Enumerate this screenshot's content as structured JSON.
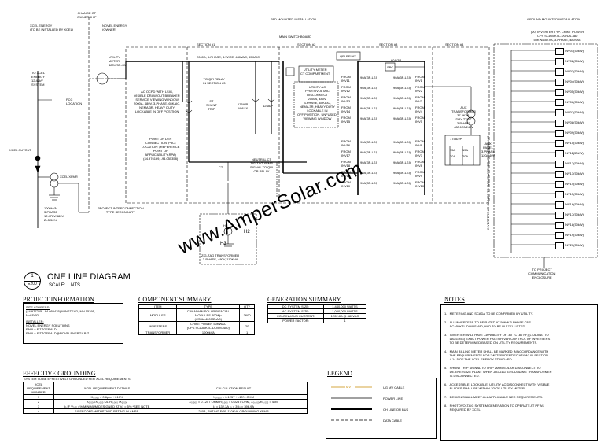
{
  "top_labels": {
    "change_of_ownership": "CHANGE OF\nOWNERSHIP",
    "xcel_energy": "XCEL ENERGY\n(TO BE INSTALLED BY XCEL)",
    "novel_energy": "NOVEL ENERGY\n(OWNER)",
    "pad_mounted": "PAD MOUNTED INSTALLATION",
    "ground_mounted": "GROUND MOUNTED INSTALLATION",
    "main_switchboard": "MAIN SWITCHBOARD",
    "inverter_typ": "(20) INVERTER TYP. CHINT POWER\nCPS SCA50KTL-DO/US-480\n50KW/65KVA, 3-PHASE, 480VAC"
  },
  "sections": [
    "SECTION #1",
    "SECTION #2",
    "SECTION #3",
    "SECTION #4"
  ],
  "left_labels": {
    "to_xcel": "TO XCEL\nENERGY\n12.47kV\nSYSTEM",
    "pcc": "PCC\nLOCATION",
    "xcel_cutout": "XCEL CUTOUT",
    "xcel_xfmr": "XCEL XFMR",
    "xfmr_rating": "1000kVA\n3-PHASE\n12.47kV/480V\nZ=5.50%",
    "project_interconnection": "PROJECT INTERCONNECTION\nTYPE SECONDARY"
  },
  "center_labels": {
    "utility_meter": "UTILITY\nMETER\n480V/3P-4W",
    "bus_rating": "2000A, 3-PHASE, 4-WIRE, 480VAC, 65KAIC",
    "ac_ocpd": "AC OCPD WITH LSIG,\nVISIBLE DRAW OUT BREAKER\nSERVICE VIEWING WINDOW\n2000A, 480V, 3-PHASE, 65KAIC,\nNEMA 3R, HEAVY DUTY\nLOCKABLE IN OFF POSITION",
    "to_qpi": "TO QPI RELAY\nIN SECTION #3",
    "shunt_trip": "ST\nSHUNT\nTRIP",
    "point_of_der": "POINT OF DER\nCONNECTION (PoC)\nLOCATION: (REFERENCE\nPOINT OF\nAPPLICABILITY-RPA)\n(44.976169, -94.055358)",
    "ct": "CT",
    "a175": "175A/P\nW/AUX",
    "a125": "125A/P",
    "utility_meter_comp": "UTILITY METER\nCT COMPARTMENT",
    "utility_ac": "UTILITY AC\nPHOTOVOLTAIC\nDISCONNECT\n2000A, 480V,\n3-PHASE, 65KAIC,\nNEMA 3R, HEAVY DUTY\nLOCKABLE IN\nOFF POSITION, UNFUSED,\nVIEWING WINDOW",
    "neutral_ct": "NEUTRAL CT\nZIG-ZAG XFMR\nSIGNAL TO QPI\nOR RELAY",
    "qpi_relay": "QPI RELAY",
    "spc": "SPC",
    "a60": "60A/3P",
    "zigzag": "ZIG-ZAG TRANSFORMER\n3-PHASE, 480V, 110KVA",
    "h1": "H1",
    "h2": "H2",
    "h3": "H3"
  },
  "breakers_left": [
    "90A(3P-LSI)",
    "90A(3P-LSI)",
    "90A(3P-LSI)",
    "90A(3P-LSI)",
    "90A(3P-LSI)",
    "90A(3P-LSI)",
    "90A(3P-LSI)",
    "90A(3P-LSI)",
    "90A(3P-LSI)",
    "90A(3P-LSI)"
  ],
  "from_left": [
    "FROM\nINV11",
    "FROM\nINV12",
    "FROM\nINV13",
    "FROM\nINV14",
    "FROM\nINV15",
    "FROM\nINV16",
    "FROM\nINV17",
    "FROM\nINV18",
    "FROM\nINV19",
    "FROM\nINV20"
  ],
  "from_right": [
    "FROM\nINV1",
    "FROM\nINV2",
    "FROM\nINV3",
    "FROM\nINV4",
    "FROM\nINV5",
    "FROM\nINV6",
    "FROM\nINV7",
    "FROM\nINV8",
    "FROM\nINV9",
    "FROM\nINV10"
  ],
  "aux": {
    "aux_transformer": "AUX\nTRANSFORMER\n37.5KVA,\nDRY-TYPE\n3-PHASE\n480:120/240V",
    "a175p": "175A/2P",
    "a15a": "15A",
    "a15b": "15A",
    "a20a": "20A",
    "a20b": "20A",
    "aux_panel": "AUX\nPANEL\n3-PHASE\n120/240V"
  },
  "inverters": [
    "INV01(50kW)",
    "INV02(50kW)",
    "INV03(50kW)",
    "INV04(50kW)",
    "INV05(50kW)",
    "INV06(50kW)",
    "INV07(50kW)",
    "INV08(50kW)",
    "INV09(50kW)",
    "INV10(50kW)",
    "INV11(50kW)",
    "INV12(50kW)",
    "INV13(50kW)",
    "INV14(50kW)",
    "INV15(50kW)",
    "INV16(50kW)",
    "INV17(50kW)",
    "INV18(50kW)",
    "INV19(50kW)",
    "INV20(50kW)"
  ],
  "inverter_cables": "INVERTERS AC CABLES TO MAIN SWITCHBOARD SECTION #3",
  "to_project": "TO PROJECT\nCOMMUNICATION\nENCLOSURE",
  "watermark": "www.AmperSolar.com",
  "title": {
    "number": "1",
    "sheet": "E200",
    "text": "ONE LINE DIAGRAM",
    "scale_label": "SCALE:",
    "scale_value": "NTS"
  },
  "project_information": {
    "heading": "PROJECT INFORMATION",
    "site_label": "SITE ADDRESS:",
    "site_address": "(44.977265, -94.055435) WINSTEAD, MN 55395,\nMcLEOD",
    "installer_label": "INSTALLER:",
    "installer": "NOVEL ENERGY SOLUTIONS\nPAULA FITZGERALD\nPAULA.FITZGERALD@NOVELENERGY.BIZ"
  },
  "component_summary": {
    "heading": "COMPONENT SUMMARY",
    "headers": [
      "ITEM",
      "TYPE",
      "QTY"
    ],
    "rows": [
      [
        "MODULES",
        "CANADIAN SOLAR BIFACIAL\nMODULES 400Wp\n(CS3U-400MB-AG)",
        "3600"
      ],
      [
        "INVERTERS",
        "CHINT POWER 50KWAC\n(CPS SCA50KTL-DO/US-480)",
        "20"
      ],
      [
        "TRANSFORMER",
        "1000kVA",
        "1"
      ]
    ]
  },
  "generation_summary": {
    "heading": "GENERATION SUMMARY",
    "rows": [
      [
        "DC SYSTEM SIZE:",
        "1,440,000 WATTS"
      ],
      [
        "AC SYSTEM SIZE:",
        "1,000,000 WATTS"
      ],
      [
        "CONTINUOUS CURRENT:",
        "1202.8A @ 480VAC"
      ],
      [
        "POWER FACTOR:",
        "1"
      ]
    ]
  },
  "notes": {
    "heading": "NOTES",
    "items": [
      "1.   METERING AND SCADA TO BE CONFIRMED BY UTILITY.",
      "2.   ALL INVERTERS TO BE RATED AT 50KW 3-PHASE CPS\n      SCA50KTL-DO/US-480, AND TO BE UL1741 LISTED.",
      "3.   INVERTER WILL HAVE CAPABILITY OF .80 TO .80 PF, (LEADING TO\n      LAGGING) EXACT POWER FACTOR/VAR CONTROL OF INVERTERS\n      TO BE DETERMINED BASED ON UTILITY REQUIREMENTS.",
      "4.   MAIN BILLING METER SHALL BE MARKED IN ACCORDANCE WITH\n      THE REQUIREMENTS FOR \"METER IDENTIFICATION\" IN SECTION\n      4.14.5 OF THE XCEL ENERGY STANDARD.",
      "5.   SHUNT TRIP SIGNAL TO TRIP MAIN SOLAR DISCONNECT TO\n      DE-ENERGIZE PLANT WHEN ZIG-ZAG GROUNDING TRANSFORMER\n      IS DISCONNECTED.",
      "6.   ACCESSIBLE, LOCKABLE, UTILITY AC DISCONNECT WITH VISIBLE\n      BLADES SHALL BE WITHIN 10' OF UTILITY METER.",
      "7.   DESIGN SHALL MEET ALL APPLICABLE NEC REQUIREMENTS.",
      "8.   PHOTOVOLTAIC SYSTEM GENERATION TO OPERATE AT PF AS\n      REQUIRED BY XCEL."
    ]
  },
  "effective_grounding": {
    "heading": "EFFECTIVE GROUNDING",
    "subtitle": "SYSTEM TO BE EFFECTIVELY GROUNDED PER XCEL REQUIREMENTS:",
    "headers": [
      "XCEL\nREQUIREMENT\nNUMBER",
      "XCEL REQUIREMENT DETAILS",
      "CALCULATION RESULT"
    ],
    "rows": [
      [
        "1",
        "X₀,₀₀₀ ≤ 0.6p.u. +/-10%",
        "X₀,₀₀₀ = 0.1257 +/-10% OHM"
      ],
      [
        "2",
        "X₀,₀₀₀/X₁,₀₀₀ ≤4. R₀,₀₀₀ /X₁,₀₀₀",
        "X₀,₀₀₀ = 0.1257 OHM R₀,₀₀₀ = 0.0257 OHM, X₀,₀₀₀/R₀,₀₀₀ = 4.89"
      ],
      [
        "3",
        "I₀ IF V₀ = 4% MINIMUM DESIGNED AT V₀ = 5% *SEE NOTE",
        "I₀ = 132.3A      I₀ = 3*I₀ = 396.9A"
      ],
      [
        "4",
        "10 SECOND WITHSTAND RATING IN AMPS",
        "240A,  RATING FOR 110KVA GROUNDING XFMR"
      ]
    ]
  },
  "legend": {
    "heading": "LEGEND",
    "mv_label": "MV",
    "items": [
      "UG MV CABLE",
      "POWER LINE",
      "CH LINE OR BUS",
      "DATA CABLE"
    ]
  }
}
